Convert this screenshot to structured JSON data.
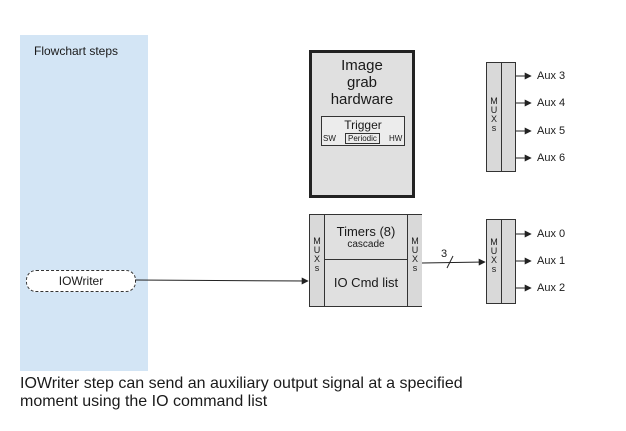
{
  "flowchart": {
    "steps_title": "Flowchart steps",
    "step_label": "IOWriter"
  },
  "image_grab": {
    "title_line1": "Image",
    "title_line2": "grab",
    "title_line3": "hardware",
    "trigger": {
      "title": "Trigger",
      "option_sw": "SW",
      "option_periodic": "Periodic",
      "option_hw": "HW"
    }
  },
  "mux_label": [
    "M",
    "U",
    "X",
    "s"
  ],
  "timers": {
    "title": "Timers (8)",
    "subtitle": "cascade",
    "cmd_list": "IO Cmd list"
  },
  "bus_width": "3",
  "aux_outputs_top": [
    "Aux 3",
    "Aux 4",
    "Aux 5",
    "Aux 6"
  ],
  "aux_outputs_bottom": [
    "Aux 0",
    "Aux 1",
    "Aux 2"
  ],
  "caption": {
    "line1": "IOWriter step can send an auxiliary output signal at a specified",
    "line2": "moment using the IO command list"
  },
  "colors": {
    "panel": "#d3e5f5",
    "block": "#e0e0e0",
    "mux": "#d9d9d9",
    "line": "#222222"
  }
}
